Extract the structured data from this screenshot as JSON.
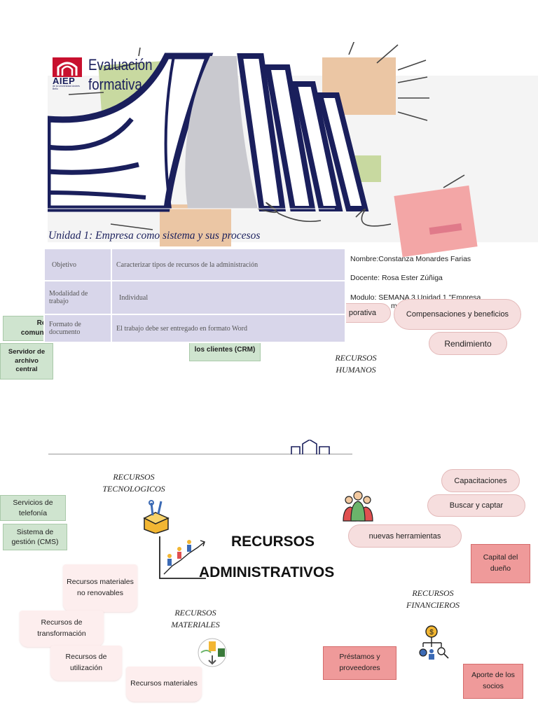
{
  "header": {
    "logo_text": "AIEP",
    "logo_sub": "de la Universidad Andrés Bello",
    "title_line1": "Evaluación",
    "title_line2": "formativa"
  },
  "unit_title": "Unidad 1: Empresa como sistema y sus procesos",
  "info_table": [
    {
      "label": "Objetivo",
      "value": "Caracterizar tipos de recursos de la administración"
    },
    {
      "label": "Modalidad de trabajo",
      "value": "Individual"
    },
    {
      "label": "Formato de documento",
      "value": "El trabajo debe ser entregado en formato Word"
    }
  ],
  "student": {
    "name": "Nombre:Constanza Monardes Farias",
    "teacher": "Docente: Rosa Ester Zúñiga",
    "module": "Modulo: SEMANA 3 Unidad 1 \"Empresa",
    "module_cont": "ma"
  },
  "upper_fragments": {
    "corporativa": "porativa",
    "rec_comunic_1": "Rec",
    "rec_comunic_2": "comunic",
    "servidor": "Servidor de archivo central",
    "crm": "los clientes (CRM)",
    "compensaciones": "Compensaciones y beneficios",
    "rendimiento": "Rendimiento",
    "recursos_humanos": "RECURSOS HUMANOS"
  },
  "main": {
    "title_line1": "RECURSOS",
    "title_line2": "ADMINISTRATIVOS"
  },
  "tecnologicos": {
    "label": "RECURSOS TECNOLOGICOS",
    "items": [
      "Servicios de telefonía",
      "Sistema de gestión (CMS)"
    ]
  },
  "humanos_lower": {
    "items": [
      "Capacitaciones",
      "Buscar y captar",
      "nuevas herramientas"
    ]
  },
  "materiales": {
    "label": "RECURSOS MATERIALES",
    "items": [
      "Recursos materiales no renovables",
      "Recursos de transformación",
      "Recursos de utilización",
      "Recursos materiales"
    ]
  },
  "financieros": {
    "label": "RECURSOS FINANCIEROS",
    "items": [
      "Capital del dueño",
      "Préstamos y proveedores",
      "Aporte de los socios"
    ]
  },
  "colors": {
    "navy": "#1a1f5c",
    "green_box": "#cfe4cf",
    "pink_pill": "#f6dede",
    "red_box": "#ef9a9a",
    "table_bg": "#d8d6ea",
    "accent_red": "#c8102e"
  }
}
